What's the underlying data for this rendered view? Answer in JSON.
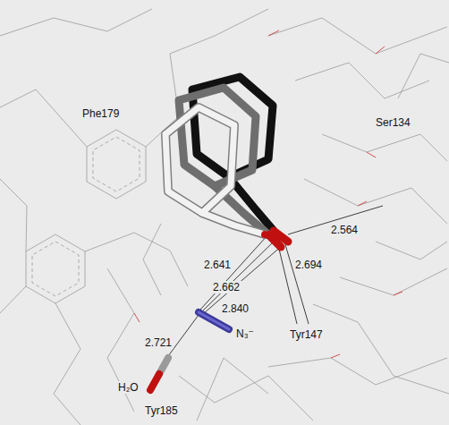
{
  "diagram": {
    "labels": [
      "Phe179",
      "Ser134",
      "2.564",
      "2.641",
      "2.694",
      "2.662",
      "2.840",
      "Tyr147",
      "N₃⁻",
      "2.721",
      "H₂O",
      "Tyr185"
    ]
  }
}
